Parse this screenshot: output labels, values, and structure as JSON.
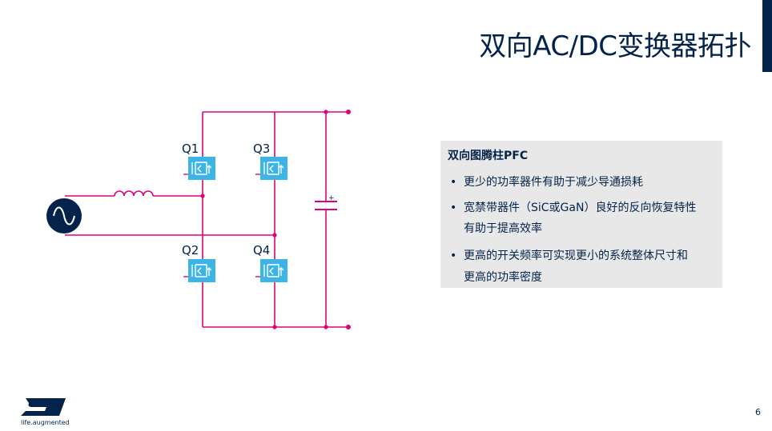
{
  "slide": {
    "title": "双向AC/DC变换器拓扑",
    "page_number": "6"
  },
  "circuit": {
    "switches": [
      "Q1",
      "Q3",
      "Q2",
      "Q4"
    ],
    "capacitor_polarity": "+",
    "wire_color": "#e0007a",
    "switch_color": "#3cb4e6"
  },
  "panel": {
    "title": "双向图腾柱PFC",
    "bullets": [
      {
        "lines": [
          "更少的功率器件有助于减少导通损耗"
        ]
      },
      {
        "lines": [
          "宽禁带器件（SiC或GaN）良好的反向恢复特性",
          "有助于提高效率"
        ]
      },
      {
        "lines": [
          "更高的开关频率可实现更小的系统整体尺寸和",
          "更高的功率密度"
        ]
      }
    ]
  },
  "footer": {
    "tagline": "life.augmented"
  },
  "colors": {
    "primary": "#03234b",
    "panel_bg": "#e8e8e8"
  }
}
